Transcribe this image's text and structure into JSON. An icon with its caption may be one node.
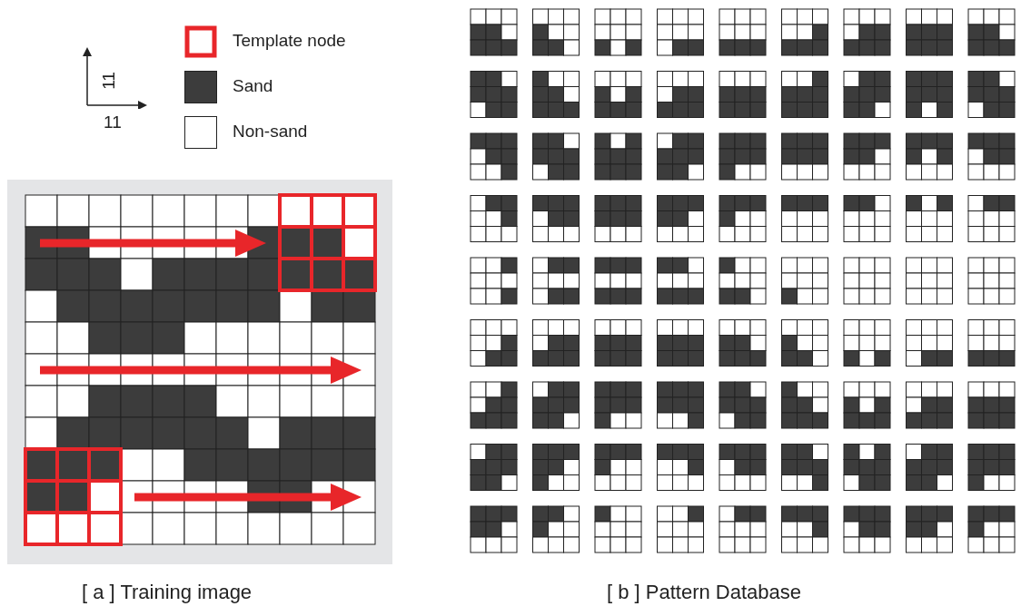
{
  "diagram": {
    "labels": [
      "11",
      "11",
      "[ a ] Training image",
      "[ b ] Pattern Database"
    ],
    "legend": [
      {
        "text": "Template node"
      },
      {
        "text": "Sand",
        "color": "#3c3c3c"
      },
      {
        "text": "Non-sand",
        "color": "#ffffff"
      }
    ]
  }
}
